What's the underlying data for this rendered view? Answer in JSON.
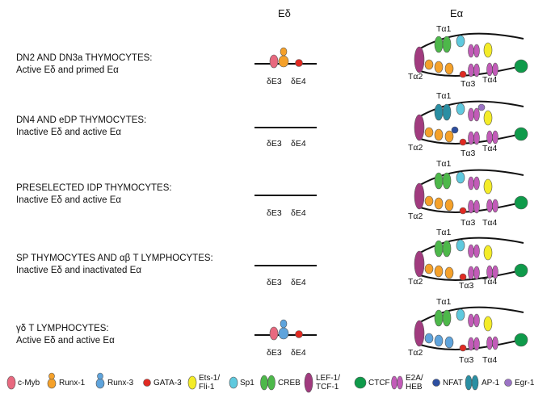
{
  "header": {
    "ed": "Eδ",
    "ea": "Eα"
  },
  "rows": [
    {
      "title": "DN2 AND DN3a THYMOCYTES:",
      "subtitle": "Active Eδ and primed Eα",
      "ed_state": "active-myb-runx1-gata3",
      "ea_variant": "primed"
    },
    {
      "title": "DN4 AND eDP THYMOCYTES:",
      "subtitle": "Inactive Eδ and active Eα",
      "ed_state": "inactive",
      "ea_variant": "full"
    },
    {
      "title": "PRESELECTED IDP THYMOCYTES:",
      "subtitle": "Inactive Eδ and active Eα",
      "ed_state": "inactive",
      "ea_variant": "active"
    },
    {
      "title": "SP THYMOCYTES AND αβ T LYMPHOCYTES:",
      "subtitle": "Inactive Eδ and inactivated Eα",
      "ed_state": "inactive",
      "ea_variant": "active"
    },
    {
      "title": "γδ T LYMPHOCYTES:",
      "subtitle": "Active Eδ and active Eα",
      "ed_state": "active-myb-runx3-gata3",
      "ea_variant": "gd"
    }
  ],
  "labels": {
    "de3": "δE3",
    "de4": "δE4",
    "ta1": "Tα1",
    "ta2": "Tα2",
    "ta3": "Tα3",
    "ta4": "Tα4"
  },
  "legend": [
    {
      "name": "c-Myb",
      "color": "#e8697f"
    },
    {
      "name": "Runx-1",
      "color": "#f5a12a"
    },
    {
      "name": "Runx-3",
      "color": "#5fa4dc"
    },
    {
      "name": "GATA-3",
      "color": "#e02a22"
    },
    {
      "name": "Ets-1/",
      "name2": "Fli-1",
      "color": "#f4ec28"
    },
    {
      "name": "Sp1",
      "color": "#5fc9de"
    },
    {
      "name": "CREB",
      "color": "#4db84a"
    },
    {
      "name": "LEF-1/",
      "name2": "TCF-1",
      "color": "#a13b7f"
    },
    {
      "name": "CTCF",
      "color": "#0f9a4a"
    },
    {
      "name": "E2A/",
      "name2": "HEB",
      "color": "#c25bb8"
    },
    {
      "name": "NFAT",
      "color": "#2d4fa0"
    },
    {
      "name": "AP-1",
      "color": "#2a8fa3"
    },
    {
      "name": "Egr-1",
      "color": "#9b73c5"
    }
  ]
}
